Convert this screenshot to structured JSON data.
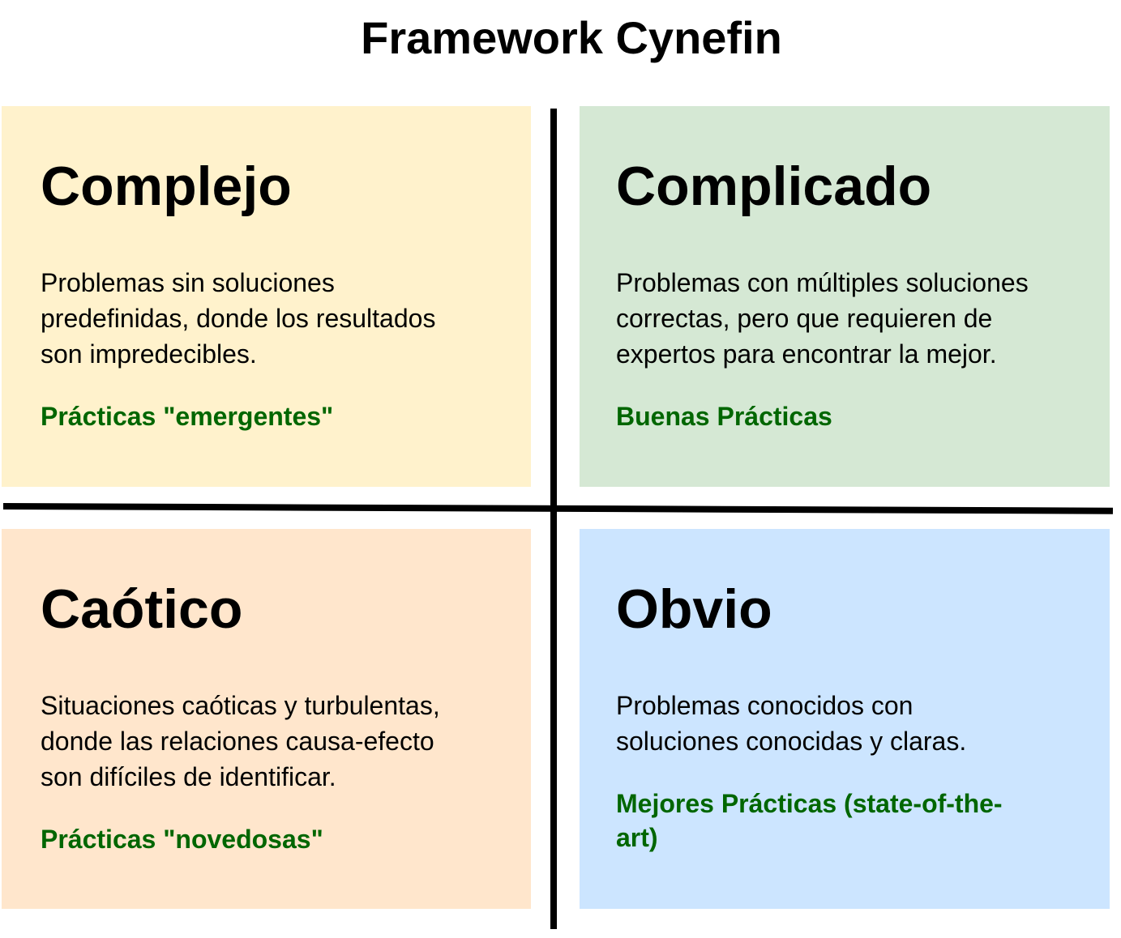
{
  "title": "Framework Cynefin",
  "colors": {
    "complejo_bg": "#fff2cc",
    "complicado_bg": "#d5e8d4",
    "caotico_bg": "#ffe6cc",
    "obvio_bg": "#cce5ff",
    "practice_text": "#006600",
    "axis": "#000000"
  },
  "quadrants": {
    "complejo": {
      "heading": "Complejo",
      "description": "Problemas sin soluciones predefinidas, donde los resultados son impredecibles.",
      "practice": "Prácticas \"emergentes\""
    },
    "complicado": {
      "heading": "Complicado",
      "description": "Problemas con múltiples soluciones correctas, pero que requieren de expertos para encontrar la mejor.",
      "practice": "Buenas Prácticas"
    },
    "caotico": {
      "heading": "Caótico",
      "description": "Situaciones caóticas y turbulentas, donde las relaciones causa-efecto son difíciles de identificar.",
      "practice": "Prácticas \"novedosas\""
    },
    "obvio": {
      "heading": "Obvio",
      "description": "Problemas conocidos con soluciones conocidas y claras.",
      "practice": "Mejores Prácticas (state-of-the-art)"
    }
  }
}
